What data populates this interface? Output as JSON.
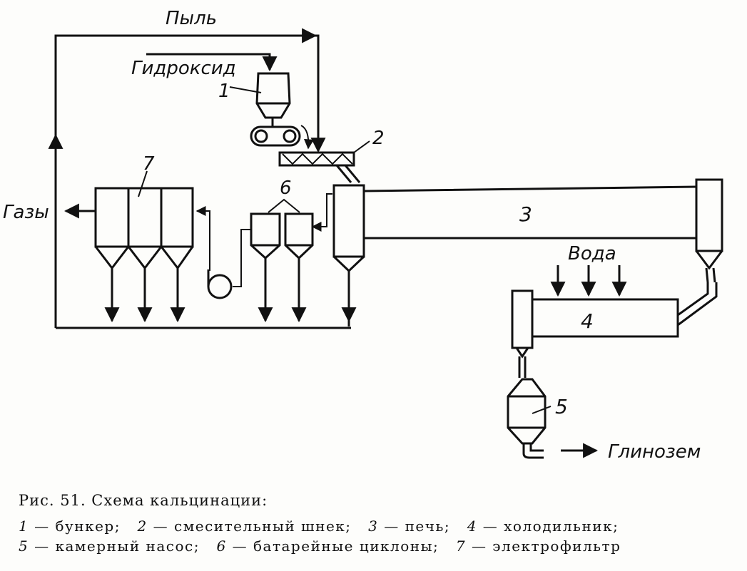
{
  "labels": {
    "dust": "Пыль",
    "hydroxide": "Гидроксид",
    "gases": "Газы",
    "water": "Вода",
    "alumina": "Глинозем"
  },
  "numbers": {
    "n1": "1",
    "n2": "2",
    "n3": "3",
    "n4": "4",
    "n5": "5",
    "n6": "6",
    "n7": "7"
  },
  "caption": {
    "title": "Рис. 51. Схема кальцинации:",
    "legend": [
      {
        "num": "1",
        "text": " — бункер;"
      },
      {
        "num": "2",
        "text": " — смесительный шнек;"
      },
      {
        "num": "3",
        "text": " — печь;"
      },
      {
        "num": "4",
        "text": " — холодильник;"
      },
      {
        "num": "5",
        "text": " — камерный насос;"
      },
      {
        "num": "6",
        "text": " — батарейные циклоны;"
      },
      {
        "num": "7",
        "text": " — электрофильтр"
      }
    ]
  }
}
